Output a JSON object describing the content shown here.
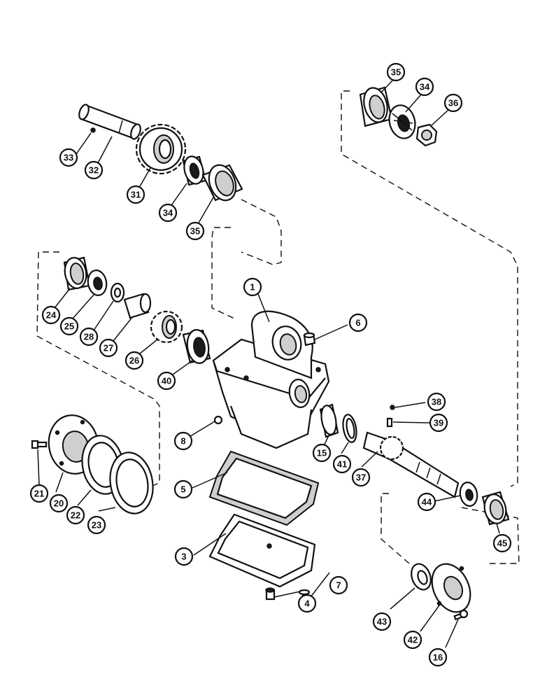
{
  "callouts": [
    {
      "id": "c35a",
      "text": "35"
    },
    {
      "id": "c34a",
      "text": "34"
    },
    {
      "id": "c36",
      "text": "36"
    },
    {
      "id": "c33",
      "text": "33"
    },
    {
      "id": "c32",
      "text": "32"
    },
    {
      "id": "c31",
      "text": "31"
    },
    {
      "id": "c34b",
      "text": "34"
    },
    {
      "id": "c35b",
      "text": "35"
    },
    {
      "id": "c24",
      "text": "24"
    },
    {
      "id": "c25",
      "text": "25"
    },
    {
      "id": "c28",
      "text": "28"
    },
    {
      "id": "c27",
      "text": "27"
    },
    {
      "id": "c26",
      "text": "26"
    },
    {
      "id": "c40",
      "text": "40"
    },
    {
      "id": "c1",
      "text": "1"
    },
    {
      "id": "c6",
      "text": "6"
    },
    {
      "id": "c8",
      "text": "8"
    },
    {
      "id": "c38",
      "text": "38"
    },
    {
      "id": "c39",
      "text": "39"
    },
    {
      "id": "c15",
      "text": "15"
    },
    {
      "id": "c41",
      "text": "41"
    },
    {
      "id": "c37",
      "text": "37"
    },
    {
      "id": "c21",
      "text": "21"
    },
    {
      "id": "c20",
      "text": "20"
    },
    {
      "id": "c22",
      "text": "22"
    },
    {
      "id": "c23",
      "text": "23"
    },
    {
      "id": "c5",
      "text": "5"
    },
    {
      "id": "c44",
      "text": "44"
    },
    {
      "id": "c45",
      "text": "45"
    },
    {
      "id": "c3",
      "text": "3"
    },
    {
      "id": "c7",
      "text": "7"
    },
    {
      "id": "c4",
      "text": "4"
    },
    {
      "id": "c43",
      "text": "43"
    },
    {
      "id": "c42",
      "text": "42"
    },
    {
      "id": "c16",
      "text": "16"
    }
  ]
}
